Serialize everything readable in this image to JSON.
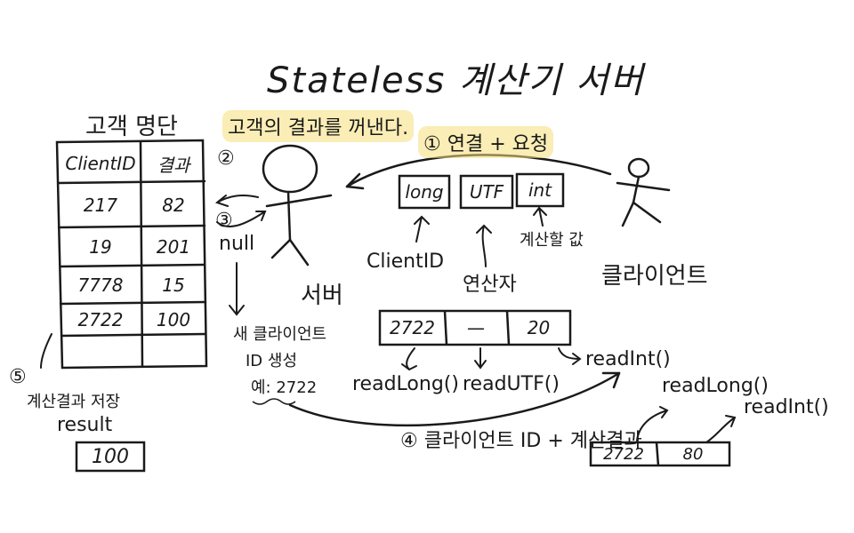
{
  "title": "Stateless 계산기 서버",
  "table": {
    "caption": "고객 명단",
    "headers": [
      "ClientID",
      "결과"
    ],
    "rows": [
      [
        "217",
        "82"
      ],
      [
        "19",
        "201"
      ],
      [
        "7778",
        "15"
      ],
      [
        "2722",
        "100"
      ],
      [
        "",
        ""
      ]
    ]
  },
  "server": {
    "label": "서버",
    "step2_num": "②",
    "step2_text": "고객의 결과를 꺼낸다.",
    "step3_num": "③",
    "null_text": "null",
    "new_client_line1": "새 클라이언트",
    "new_client_line2": "ID 생성",
    "example": "예: 2722"
  },
  "client": {
    "label": "클라이언트",
    "step1": "① 연결 + 요청"
  },
  "request": {
    "fields": [
      "long",
      "UTF",
      "int"
    ],
    "field_labels": [
      "ClientID",
      "연산자",
      "계산할 값"
    ],
    "example_values": [
      "2722",
      "—",
      "20"
    ],
    "read_methods": [
      "readLong()",
      "readUTF()",
      "readInt()"
    ]
  },
  "response": {
    "step4": "④ 클라이언트 ID + 계산결과",
    "values": [
      "2722",
      "80"
    ],
    "read_methods": [
      "readLong()",
      "readInt()"
    ]
  },
  "result": {
    "step5_num": "⑤",
    "label": "계산결과 저장",
    "var_name": "result",
    "value": "100"
  }
}
